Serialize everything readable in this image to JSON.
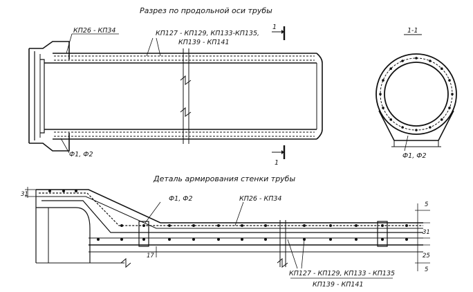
{
  "titles": {
    "section": "Разрез по продольной оси трубы",
    "section_mark": "1-1",
    "detail": "Деталь армирования стенки трубы"
  },
  "labels": {
    "kp26_top": "КП26 - КП34",
    "kp127_top_line1": "КП127 - КП129, КП133-КП135,",
    "kp127_top_line2": "КП139 - КП141",
    "f1f2_left": "Ф1, Ф2",
    "f1f2_right": "Ф1, Ф2",
    "cut_top": "1",
    "cut_bottom": "1",
    "f1f2_detail": "Ф1, Ф2",
    "kp26_detail": "КП26 - КП34",
    "kp127_detail_line1": "КП127 - КП129, КП133 - КП135",
    "kp127_detail_line2": "КП139 - КП141"
  },
  "dimensions": {
    "d_31_left": "31",
    "d_17": "17",
    "d_5_top": "5",
    "d_31_right": "31",
    "d_25": "25",
    "d_5_bottom": "5"
  }
}
